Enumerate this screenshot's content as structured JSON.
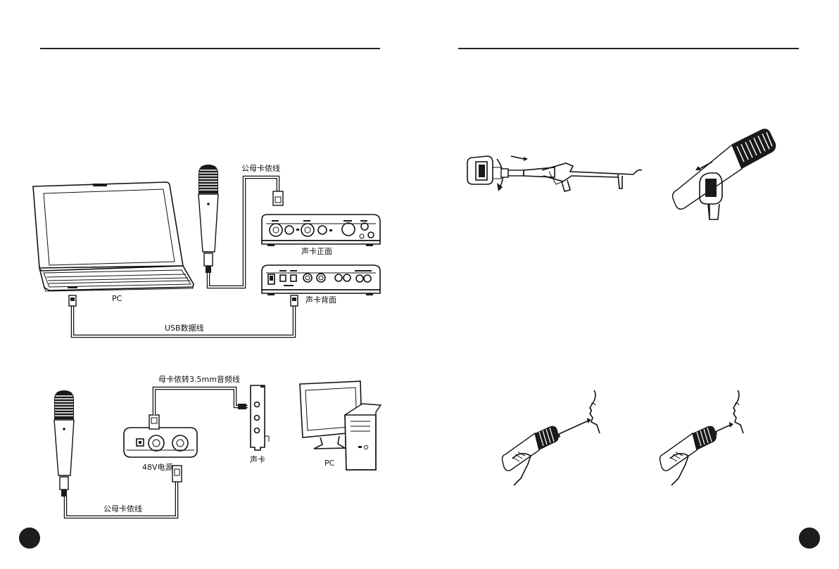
{
  "labels": {
    "male_female_cable_top": "公母卡侬线",
    "front_panel": "声卡正面",
    "back_panel": "声卡背面",
    "pc_top": "PC",
    "usb_cable": "USB数据线",
    "female_to_35mm_cable": "母卡侬转3.5mm音频线",
    "phantom_power": "48V电源",
    "sound_card": "声卡",
    "pc_bottom": "PC",
    "male_female_cable_bottom": "公母卡侬线"
  },
  "colors": {
    "line": "#111111",
    "page_marker": "#1c1c1c",
    "background": "#ffffff"
  }
}
